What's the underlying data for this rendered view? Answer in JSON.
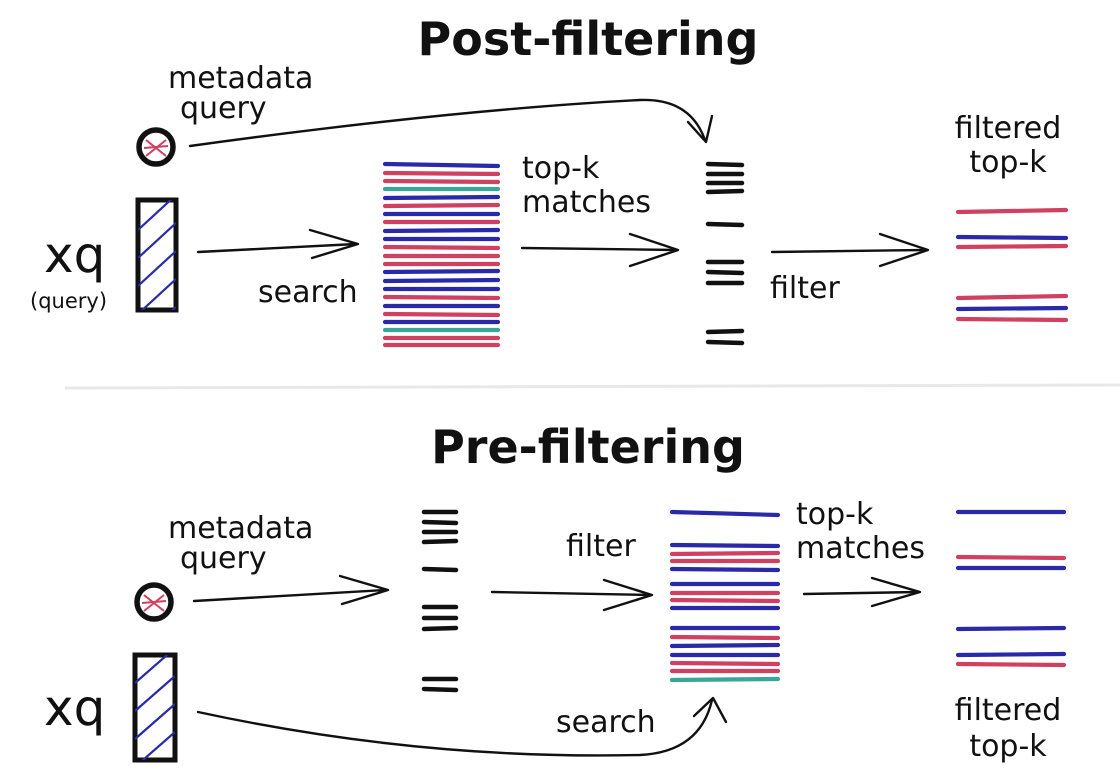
{
  "post": {
    "title": "Post-filtering",
    "metadata_query": [
      "metadata",
      "query"
    ],
    "xq": "xq",
    "query_label": "(query)",
    "search": "search",
    "topk_matches": [
      "top-k",
      "matches"
    ],
    "filter": "filter",
    "filtered_topk": [
      "filtered",
      "top-k"
    ]
  },
  "pre": {
    "title": "Pre-filtering",
    "metadata_query": [
      "metadata",
      "query"
    ],
    "xq": "xq",
    "filter": "filter",
    "topk_matches": [
      "top-k",
      "matches"
    ],
    "search": "search",
    "filtered_topk": [
      "filtered",
      "top-k"
    ]
  },
  "colors": {
    "blue": "#2a2aa8",
    "red": "#d04060",
    "teal": "#3aa69a",
    "ink": "#111111"
  }
}
